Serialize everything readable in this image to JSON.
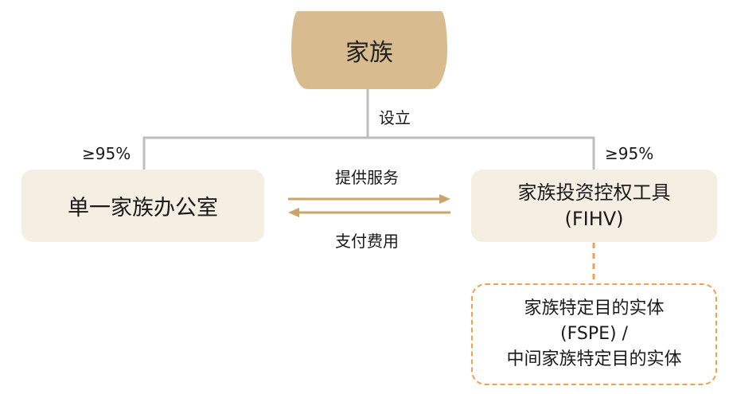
{
  "top_node": {
    "label": "家族"
  },
  "edge_setup": {
    "label": "设立"
  },
  "left_percent": "≥95%",
  "right_percent": "≥95%",
  "left_box": {
    "label": "单一家族办公室"
  },
  "right_box": {
    "line1": "家族投资控权工具",
    "line2": "(FIHV)"
  },
  "arrow_right": {
    "label": "提供服务"
  },
  "arrow_left": {
    "label": "支付费用"
  },
  "bottom_box": {
    "line1": "家族特定目的实体",
    "line2": "(FSPE) /",
    "line3": "中间家族特定目的实体"
  },
  "colors": {
    "accent": "#d8bc8f",
    "arrow": "#c9a567",
    "dashed": "#f2a04a",
    "box_fill": "#f5efe3",
    "line": "#bdbdbd"
  }
}
